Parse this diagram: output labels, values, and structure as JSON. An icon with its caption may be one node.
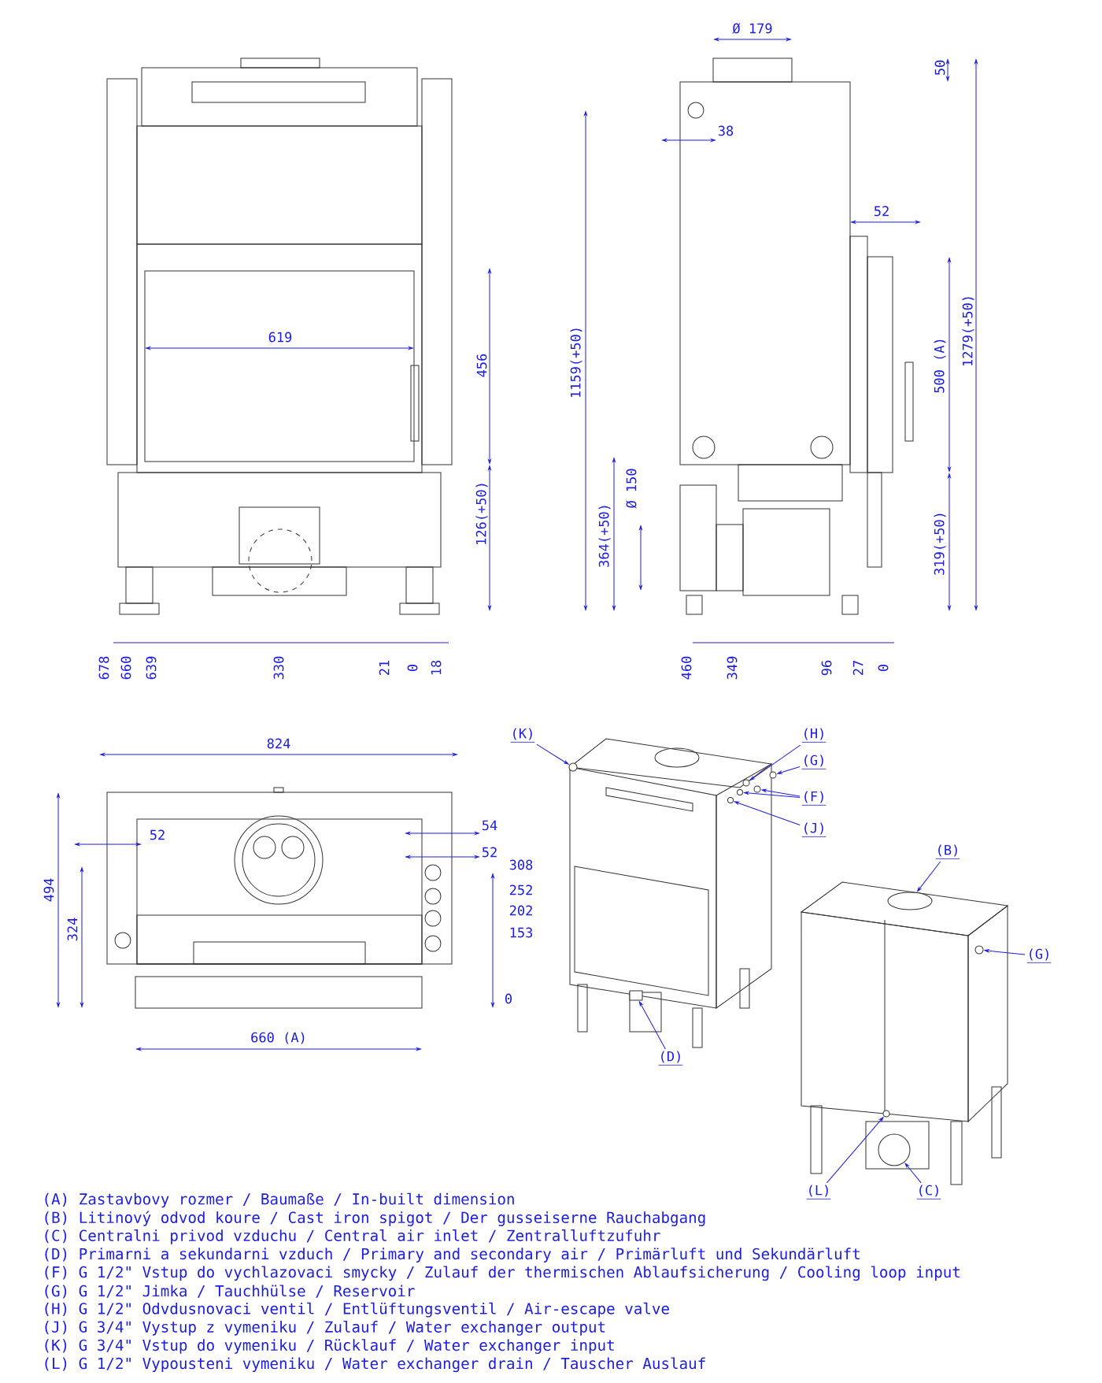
{
  "diagram": {
    "nodes": [
      {
        "text": [
          "(K)"
        ]
      },
      {
        "text": [
          "(H)"
        ]
      },
      {
        "text": [
          "(G)"
        ]
      },
      {
        "text": [
          "(F)"
        ]
      },
      {
        "text": [
          "(J)"
        ]
      },
      {
        "text": [
          "(D)"
        ]
      },
      {
        "text": [
          "(B)"
        ]
      },
      {
        "text": [
          "(G)"
        ]
      },
      {
        "text": [
          "(L)"
        ]
      },
      {
        "text": [
          "(C)"
        ]
      },
      {
        "text": [],
        "shape": "circle"
      },
      {
        "text": [],
        "shape": "circle"
      },
      {
        "text": [],
        "shape": "circle"
      },
      {
        "text": [],
        "shape": "circle"
      },
      {
        "text": [],
        "shape": "circle"
      },
      {
        "text": [],
        "shape": "circle"
      },
      {
        "text": [],
        "shape": "box"
      },
      {
        "text": [],
        "shape": "cylinder"
      },
      {
        "text": [],
        "shape": "circle"
      },
      {
        "text": [],
        "shape": "circle"
      },
      {
        "text": [],
        "shape": "circle"
      }
    ],
    "edges": [
      {
        "from": 0,
        "to": 10,
        "arrow": "to"
      },
      {
        "from": 1,
        "to": 11,
        "arrow": "to"
      },
      {
        "from": 2,
        "to": 12,
        "arrow": "to"
      },
      {
        "from": 3,
        "to": 13,
        "arrow": "to"
      },
      {
        "from": 3,
        "to": 14,
        "arrow": "to"
      },
      {
        "from": 4,
        "to": 15,
        "arrow": "to"
      },
      {
        "from": 5,
        "to": 16,
        "arrow": "to"
      },
      {
        "from": 6,
        "to": 17,
        "arrow": "to"
      },
      {
        "from": 7,
        "to": 18,
        "arrow": "to"
      },
      {
        "from": 8,
        "to": 19,
        "arrow": "to"
      },
      {
        "from": 9,
        "to": 20,
        "arrow": "to"
      }
    ],
    "labels": [
      "619",
      "456",
      "126(+50)",
      "678",
      "660",
      "639",
      "330",
      "21",
      "0",
      "18",
      "Ø 179",
      "50",
      "38",
      "52",
      "1159(+50)",
      "500 (A)",
      "1279(+50)",
      "Ø 150",
      "364(+50)",
      "319(+50)",
      "460",
      "349",
      "96",
      "27",
      "0",
      "824",
      "52",
      "54",
      "52",
      "308",
      "252",
      "202",
      "153",
      "494",
      "324",
      "0",
      "660 (A)",
      "(A) Zastavbovy rozmer / Baumaße / In-built dimension",
      "(B) Litinový odvod koure / Cast iron spigot / Der gusseiserne Rauchabgang",
      "(C) Centralni privod vzduchu / Central air inlet / Zentralluftzufuhr",
      "(D) Primarni a sekundarni vzduch / Primary and secondary air / Primärluft und Sekundärluft",
      "(F) G 1/2\" Vstup do vychlazovaci smycky / Zulauf der thermischen Ablaufsicherung / Cooling loop input",
      "(G) G 1/2\" Jimka / Tauchhülse / Reservoir",
      "(H) G 1/2\" Odvdusnovaci ventil / Entlüftungsventil / Air-escape valve",
      "(J) G 3/4\" Vystup z vymeniku / Zulauf / Water exchanger output",
      "(K) G 3/4\" Vstup do vymeniku / Rücklauf / Water exchanger input",
      "(L) G 1/2\" Vypousteni vymeniku / Water exchanger drain / Tauscher Auslauf"
    ]
  }
}
